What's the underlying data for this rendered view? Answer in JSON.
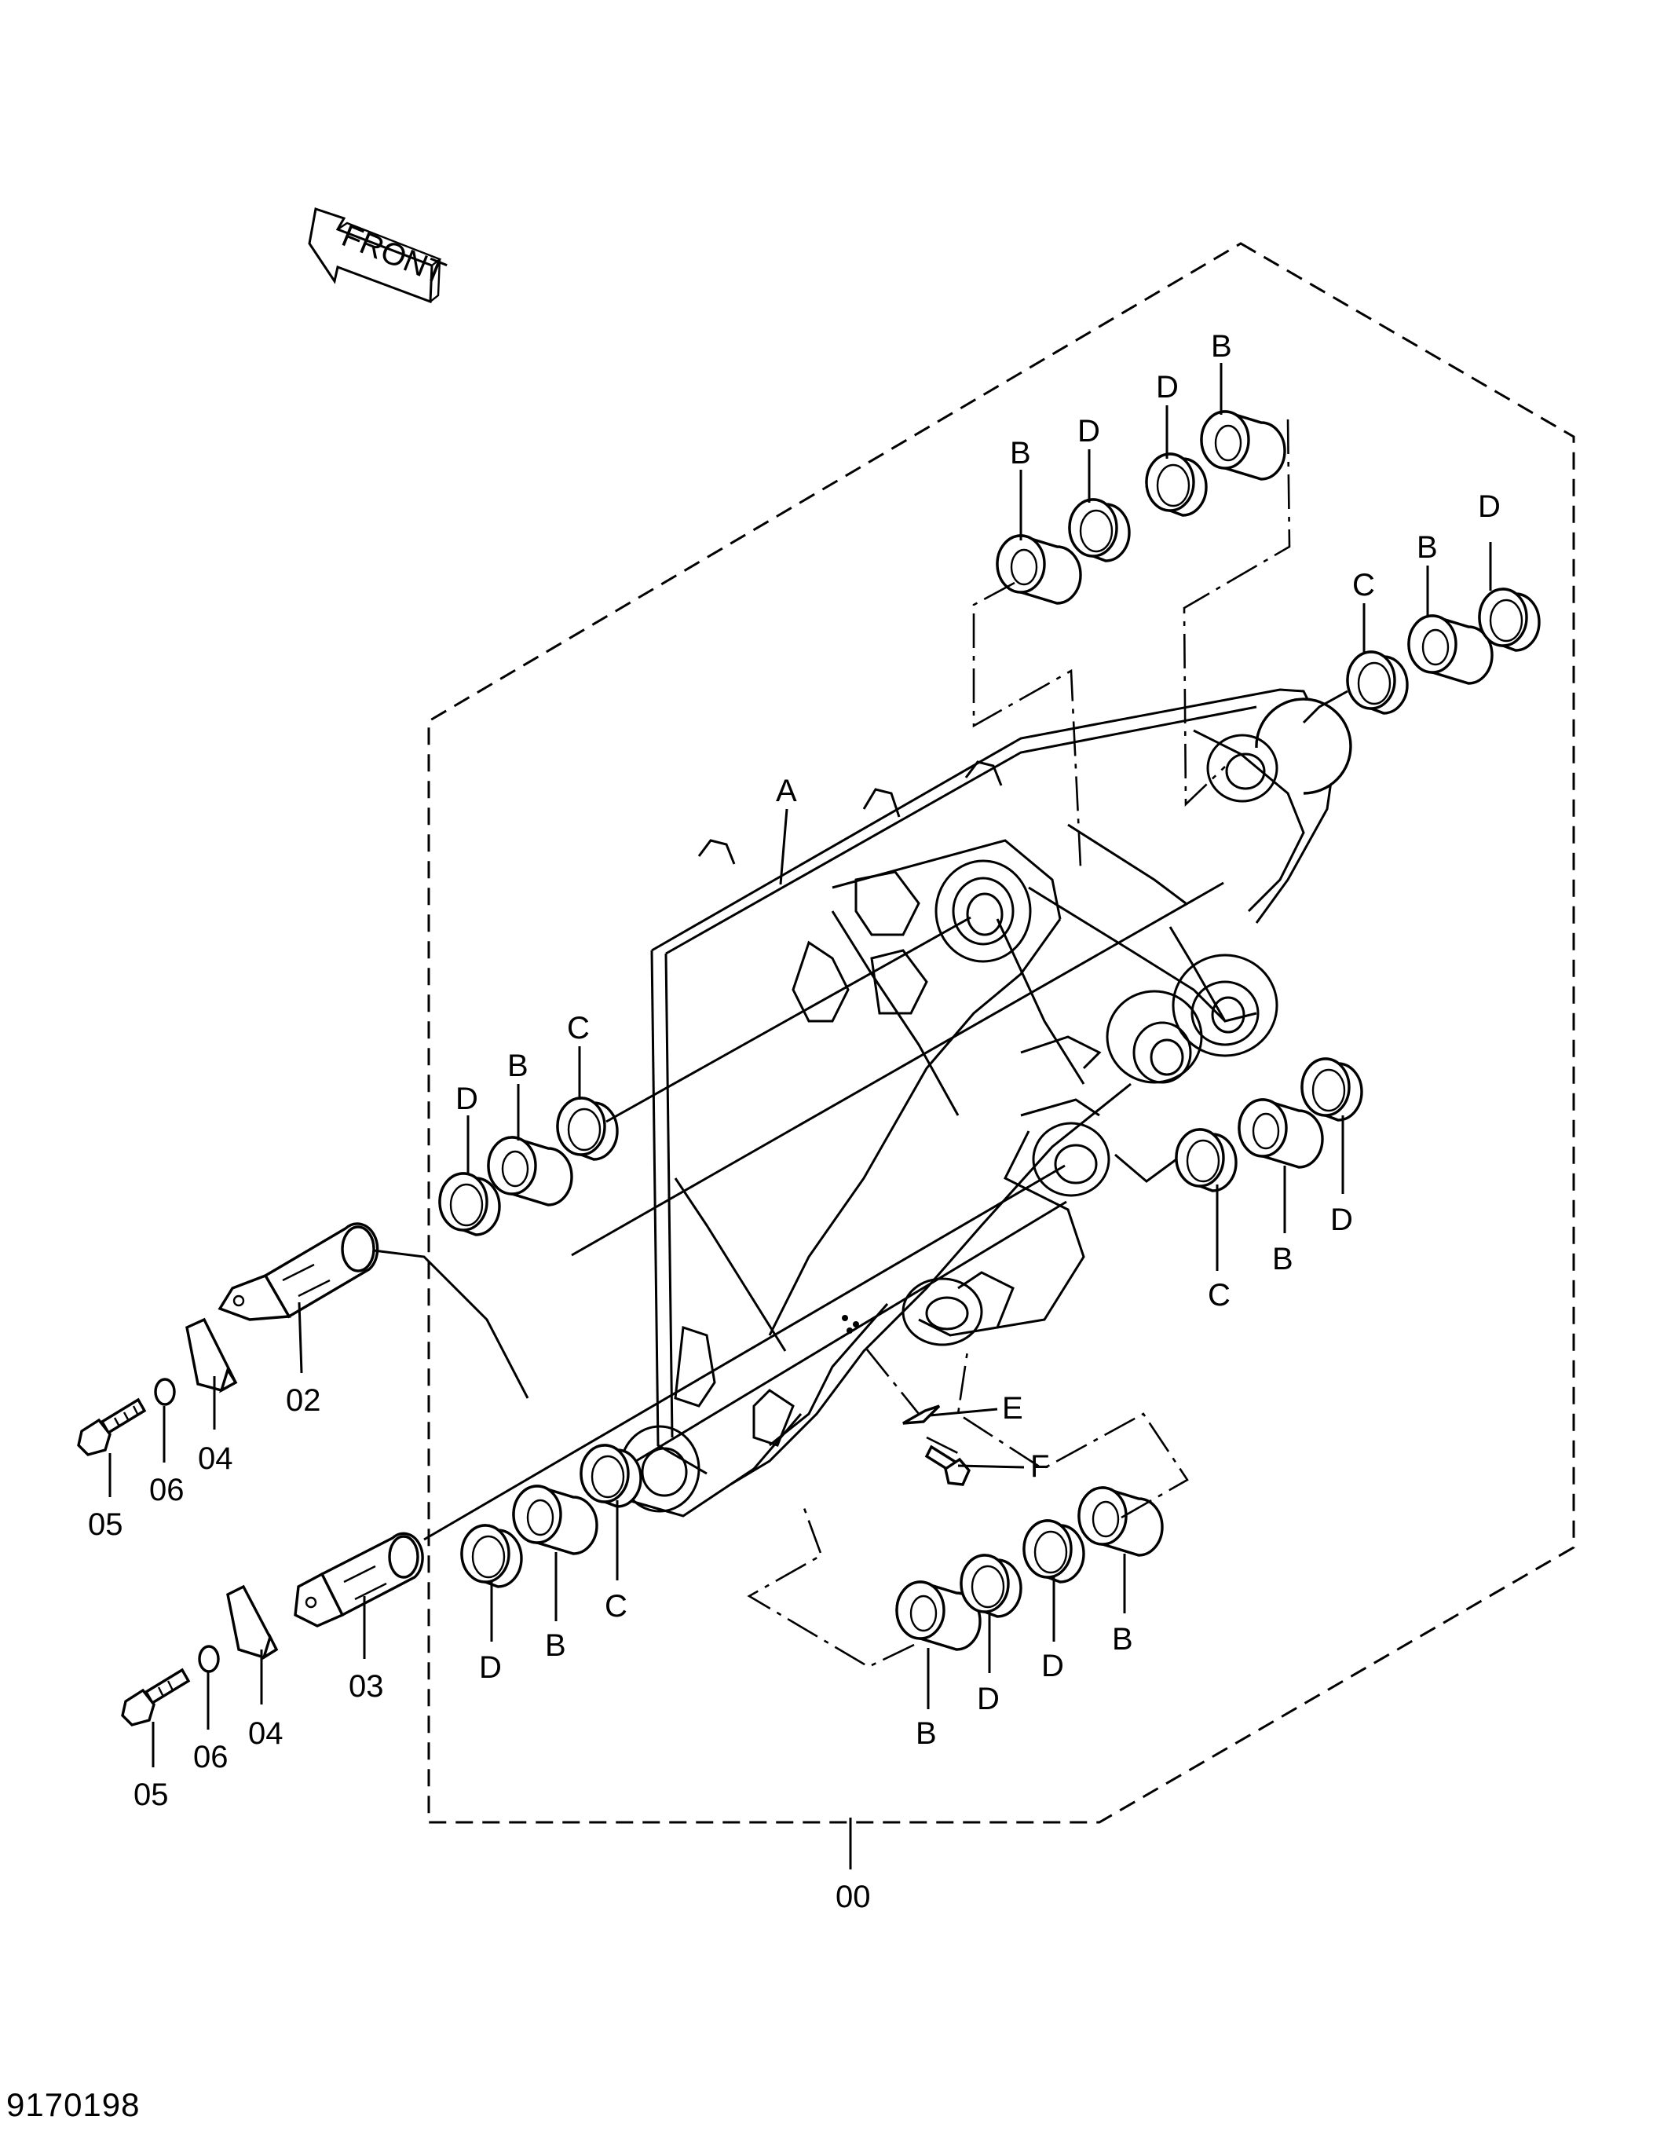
{
  "direction_label": "FRONT",
  "drawing_number": "9170198",
  "part_labels": {
    "assembly": "00",
    "pin_upper": "02",
    "pin_lower": "03",
    "plate": "04",
    "bolt": "05",
    "washer": "06",
    "frame": "A",
    "bushing": "B",
    "seal_c": "C",
    "seal_d": "D",
    "item_e": "E",
    "item_f": "F"
  }
}
